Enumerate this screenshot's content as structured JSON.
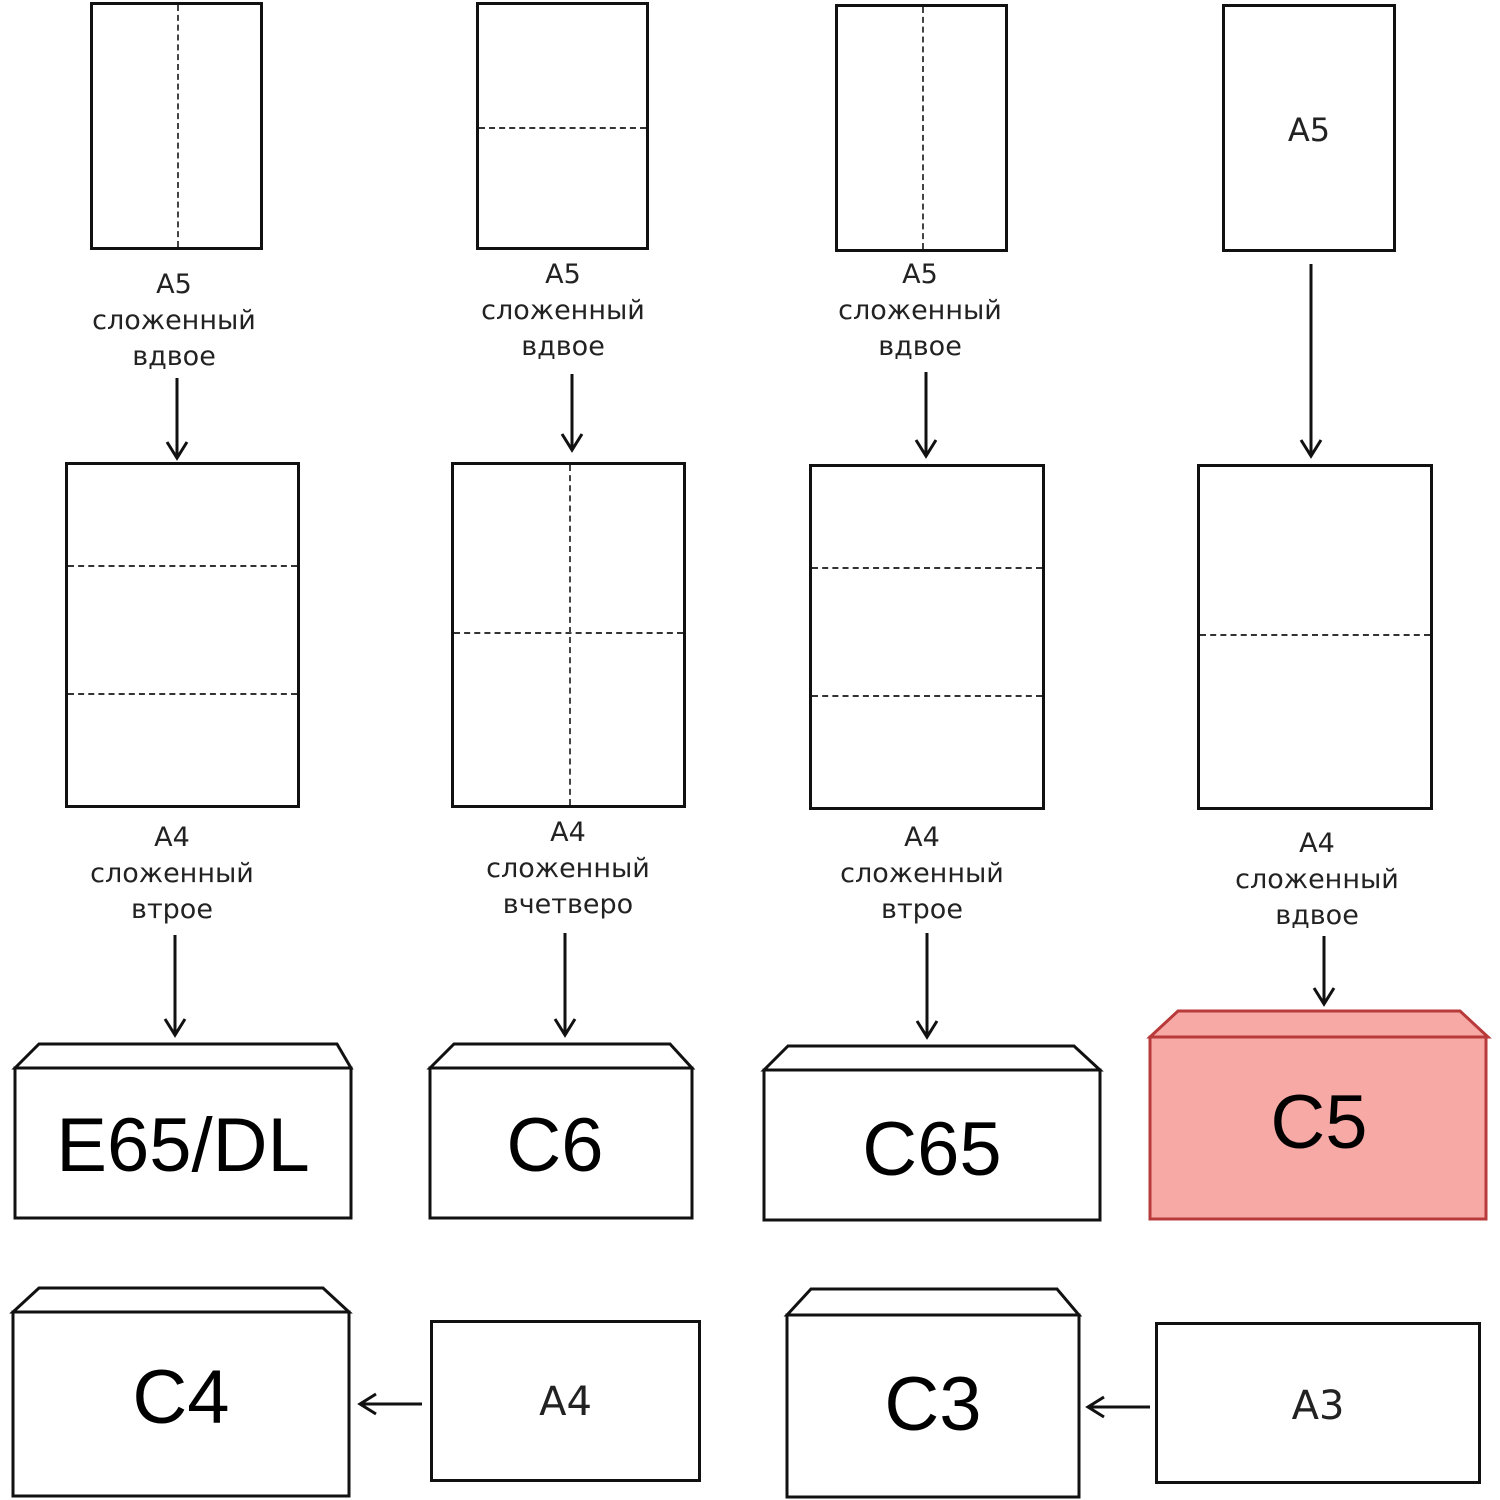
{
  "columns": [
    {
      "top_sheet": {
        "size": "",
        "fold": "vertical"
      },
      "caption1": [
        "A5",
        "сложенный",
        "вдвое"
      ],
      "middle_sheet": {
        "fold": "thirds"
      },
      "caption2": [
        "A4",
        "сложенный",
        "втрое"
      ],
      "envelope": {
        "label": "E65/DL",
        "highlighted": false
      }
    },
    {
      "top_sheet": {
        "size": "",
        "fold": "horizontal"
      },
      "caption1": [
        "A5",
        "сложенный",
        "вдвое"
      ],
      "middle_sheet": {
        "fold": "quarters"
      },
      "caption2": [
        "A4",
        "сложенный",
        "вчетверо"
      ],
      "envelope": {
        "label": "C6",
        "highlighted": false
      }
    },
    {
      "top_sheet": {
        "size": "",
        "fold": "vertical"
      },
      "caption1": [
        "A5",
        "сложенный",
        "вдвое"
      ],
      "middle_sheet": {
        "fold": "thirds"
      },
      "caption2": [
        "A4",
        "сложенный",
        "втрое"
      ],
      "envelope": {
        "label": "C65",
        "highlighted": false
      }
    },
    {
      "top_sheet": {
        "size": "A5",
        "fold": "none"
      },
      "caption1": [],
      "middle_sheet": {
        "fold": "half"
      },
      "caption2": [
        "A4",
        "сложенный",
        "вдвое"
      ],
      "envelope": {
        "label": "C5",
        "highlighted": true
      }
    }
  ],
  "bottom_row": [
    {
      "envelope_label": "C4",
      "sheet_label": "A4"
    },
    {
      "envelope_label": "C3",
      "sheet_label": "A3"
    }
  ],
  "colors": {
    "highlight_fill": "#f7a9a6",
    "highlight_stroke": "#b83a3a",
    "stroke": "#111111"
  }
}
